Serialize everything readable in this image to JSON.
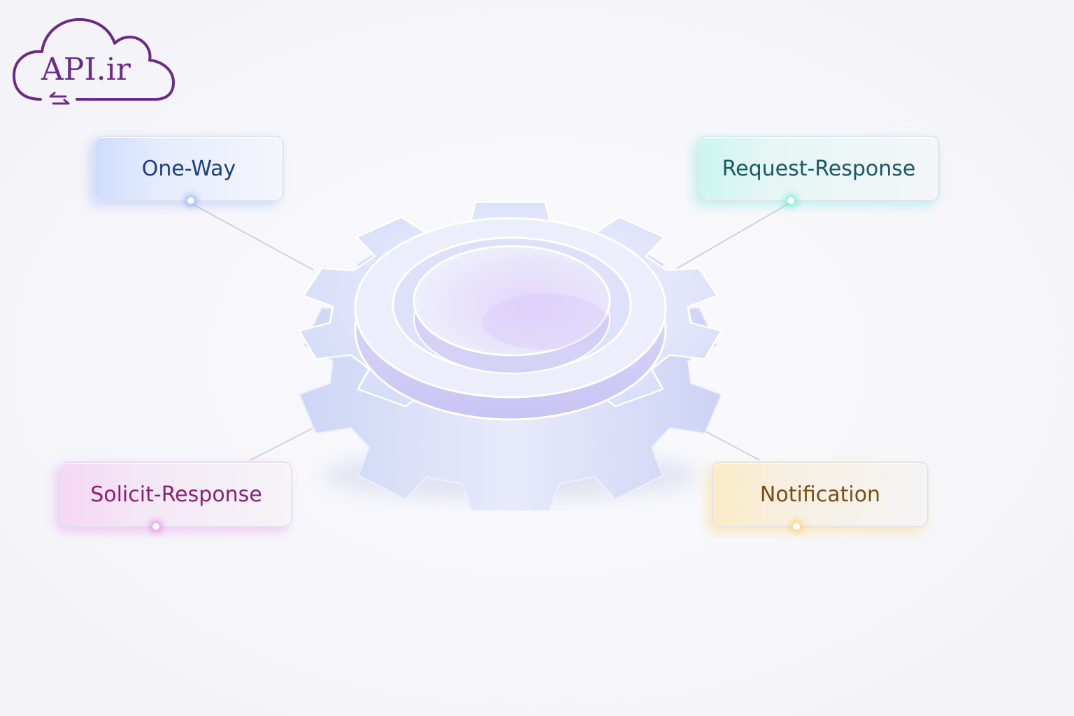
{
  "logo": {
    "text": "API.ir",
    "icon": "cloud-exchange-icon",
    "color": "#6b2a86"
  },
  "center": {
    "icon": "gear-icon"
  },
  "nodes": {
    "one_way": {
      "label": "One-Way",
      "color": "#1d3f7e",
      "accent": "#7f9cff"
    },
    "request_response": {
      "label": "Request-Response",
      "color": "#175a66",
      "accent": "#4fe3d0"
    },
    "solicit_response": {
      "label": "Solicit-Response",
      "color": "#8c1f74",
      "accent": "#e06ee0"
    },
    "notification": {
      "label": "Notification",
      "color": "#7a4f12",
      "accent": "#f6c33c"
    }
  }
}
